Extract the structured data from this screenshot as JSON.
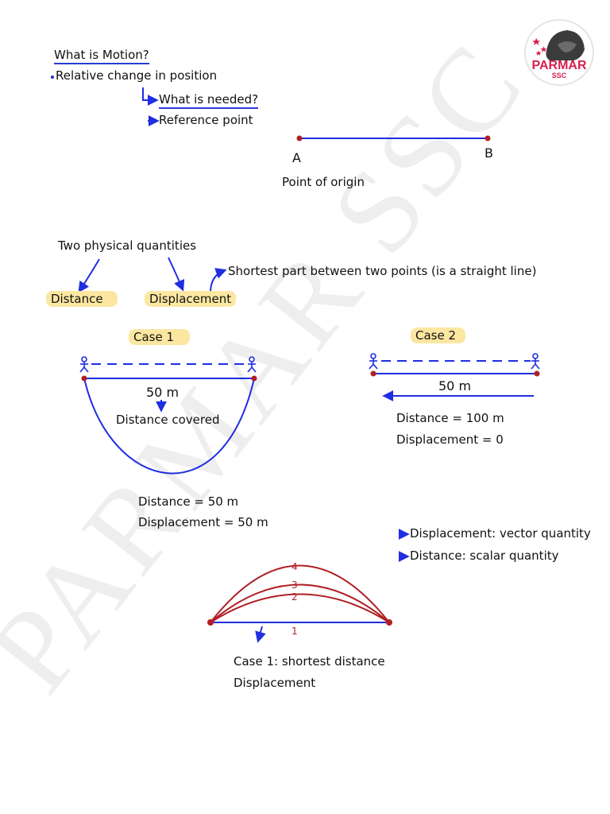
{
  "logo": {
    "name": "PARMAR",
    "sub": "SSC"
  },
  "watermark": {
    "text": "PARMAR SSC"
  },
  "intro": {
    "title": "What is Motion?",
    "answer": "Relative change in position",
    "question": "What is needed?",
    "need": "Reference point"
  },
  "origin": {
    "point_a": "A",
    "point_b": "B",
    "caption": "Point of origin"
  },
  "quantities": {
    "heading": "Two physical quantities",
    "distance": "Distance",
    "displacement": "Displacement",
    "note": "Shortest part between two points (is a straight line)"
  },
  "case1": {
    "label": "Case 1",
    "length": "50 m",
    "arrow_note": "Distance covered",
    "distance": "Distance = 50 m",
    "displacement": "Displacement = 50 m"
  },
  "case2": {
    "label": "Case 2",
    "length": "50 m",
    "distance": "Distance = 100 m",
    "displacement": "Displacement = 0"
  },
  "types": {
    "vector": "Displacement: vector quantity",
    "scalar": "Distance: scalar quantity"
  },
  "paths": {
    "labels": [
      "1",
      "2",
      "3",
      "4"
    ],
    "caption1": "Case 1: shortest distance",
    "caption2": "Displacement"
  },
  "colors": {
    "pen_blue": "#1f2ee0",
    "pen_red": "#b01f24",
    "highlight": "#fbe7a1",
    "brand": "#d6214f"
  }
}
